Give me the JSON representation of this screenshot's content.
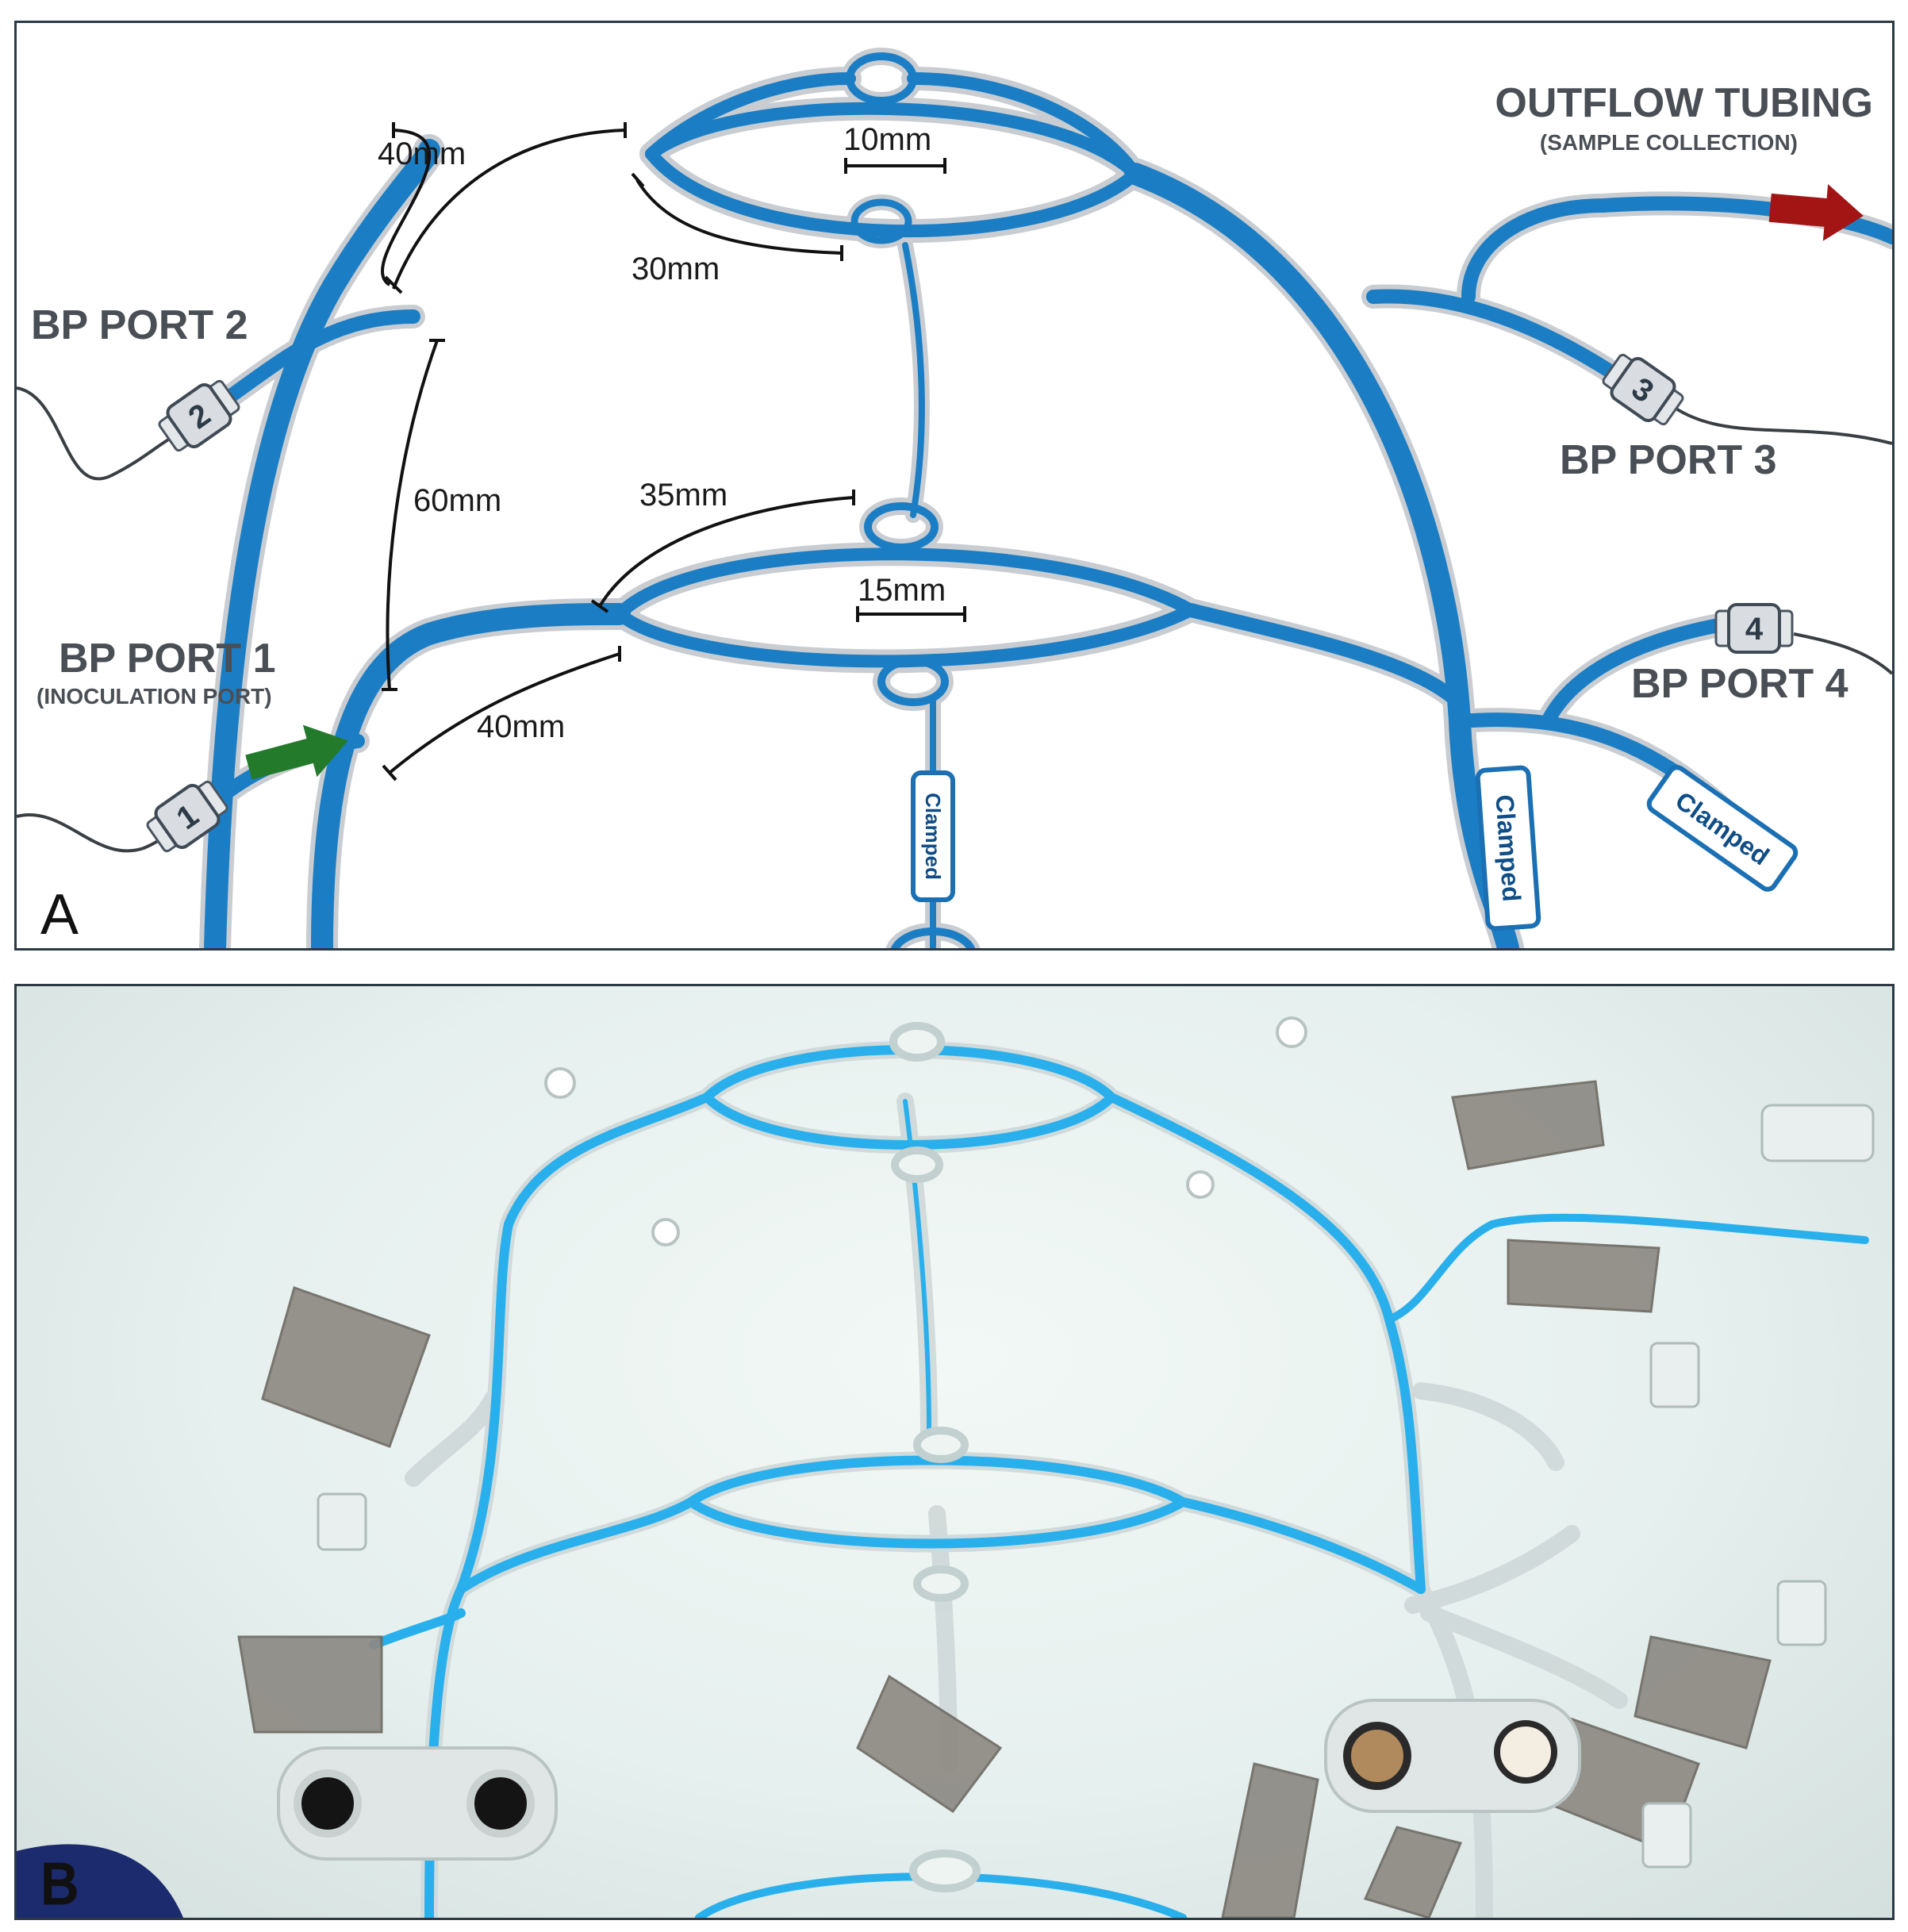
{
  "panel_a": {
    "letter": "A",
    "ports": {
      "port1": {
        "title": "BP PORT 1",
        "subtitle": "(INOCULATION PORT)",
        "number": "1"
      },
      "port2": {
        "title": "BP PORT 2",
        "number": "2"
      },
      "port3": {
        "title": "BP PORT 3",
        "number": "3"
      },
      "port4": {
        "title": "BP PORT 4",
        "number": "4"
      }
    },
    "outflow": {
      "title": "OUTFLOW TUBING",
      "subtitle": "(SAMPLE COLLECTION)"
    },
    "dimensions": {
      "d40_top": "40mm",
      "d30": "30mm",
      "d10": "10mm",
      "d60": "60mm",
      "d35": "35mm",
      "d15": "15mm",
      "d40_bottom": "40mm"
    },
    "clamps": {
      "c1": "Clamped",
      "c2": "Clamped",
      "c3": "Clamped"
    },
    "colors": {
      "tube": "#1b7ec5",
      "tube_outline": "#c9cdd1",
      "inflow_arrow": "#237a2b",
      "outflow_arrow": "#a31515",
      "dimension": "#111111"
    }
  },
  "panel_b": {
    "letter": "B",
    "colors": {
      "fluid": "#29b0ec",
      "background": "#e8f1ef",
      "clamp": "#8a8780"
    }
  }
}
